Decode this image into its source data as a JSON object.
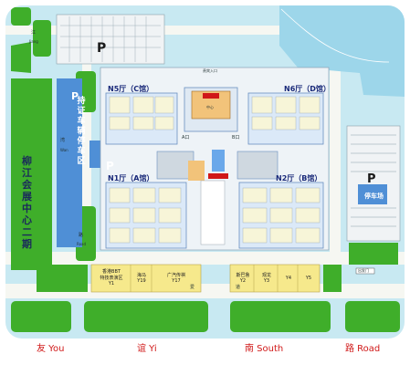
{
  "colors": {
    "water": "#c8e9f2",
    "green": "#3fae2a",
    "road": "#f6f7f2",
    "hall": "#dbe9f8",
    "booth": "#f7f5d8",
    "yellow_zone": "#f6e98c",
    "parking": "#4f8fd6",
    "red": "#d01818",
    "lake": "#9dd6ea"
  },
  "top_labels": {
    "jiang": "江",
    "jiang_en": "Jiang",
    "top_entrance": "贵宾入口",
    "center_block": "中心"
  },
  "halls": {
    "n5": "N5厅（C馆）",
    "n6": "N6厅（D馆）",
    "n1": "N1厅（A馆）",
    "n2": "N2厅（B馆）"
  },
  "entrances": {
    "a": "A口",
    "b": "B口"
  },
  "left_vertical": {
    "road_zh": "柳江会展中心二期",
    "wan": "湾",
    "wan_en": "Wan",
    "lu": "路",
    "road_en": "Road"
  },
  "parking": {
    "p": "P",
    "parking_vertical": "持证车辆停车区",
    "right_p": "P",
    "right_vertical": "停车场"
  },
  "y_zones": [
    {
      "name": "香港BBT",
      "sub": "特技表演区",
      "code": "Y1"
    },
    {
      "name": "海马",
      "code": "Y19"
    },
    {
      "name": "广汽传祺",
      "code": "Y17"
    },
    {
      "name": "斯巴鲁",
      "code": "Y2"
    },
    {
      "name": "观龙",
      "code": "Y3"
    },
    {
      "name": "Y4",
      "code": "Y4"
    },
    {
      "name": "Y5",
      "code": "Y5"
    }
  ],
  "middle_road": {
    "left": "爱",
    "right": "道"
  },
  "bottom_legend": {
    "you": "友 You",
    "yi": "谊 Yi",
    "nan": "南 South",
    "lu": "路 Road"
  },
  "right_small": "出发门"
}
